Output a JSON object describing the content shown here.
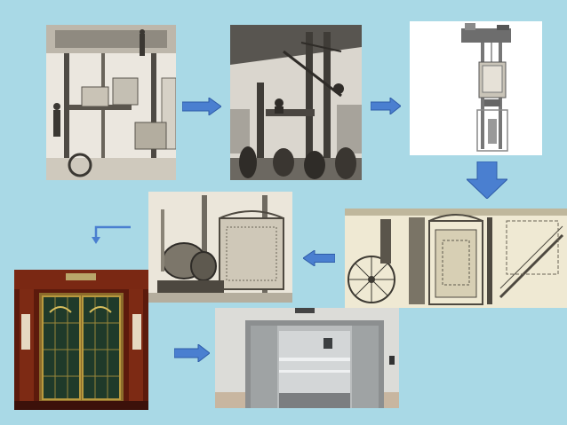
{
  "slide": {
    "background": "#a9d9e6",
    "arrow_color": "#4a7fd0",
    "panels": [
      {
        "icon": "freight-hoist-engraving"
      },
      {
        "icon": "otis-safety-elevator-demonstration-engraving"
      },
      {
        "icon": "elevator-shaft-diagram"
      },
      {
        "icon": "ornate-victorian-elevator-engraving"
      },
      {
        "icon": "electric-elevator-machinery-engraving"
      },
      {
        "icon": "vintage-wooden-elevator-doors-photo"
      },
      {
        "icon": "modern-stainless-elevator-photo"
      }
    ]
  }
}
